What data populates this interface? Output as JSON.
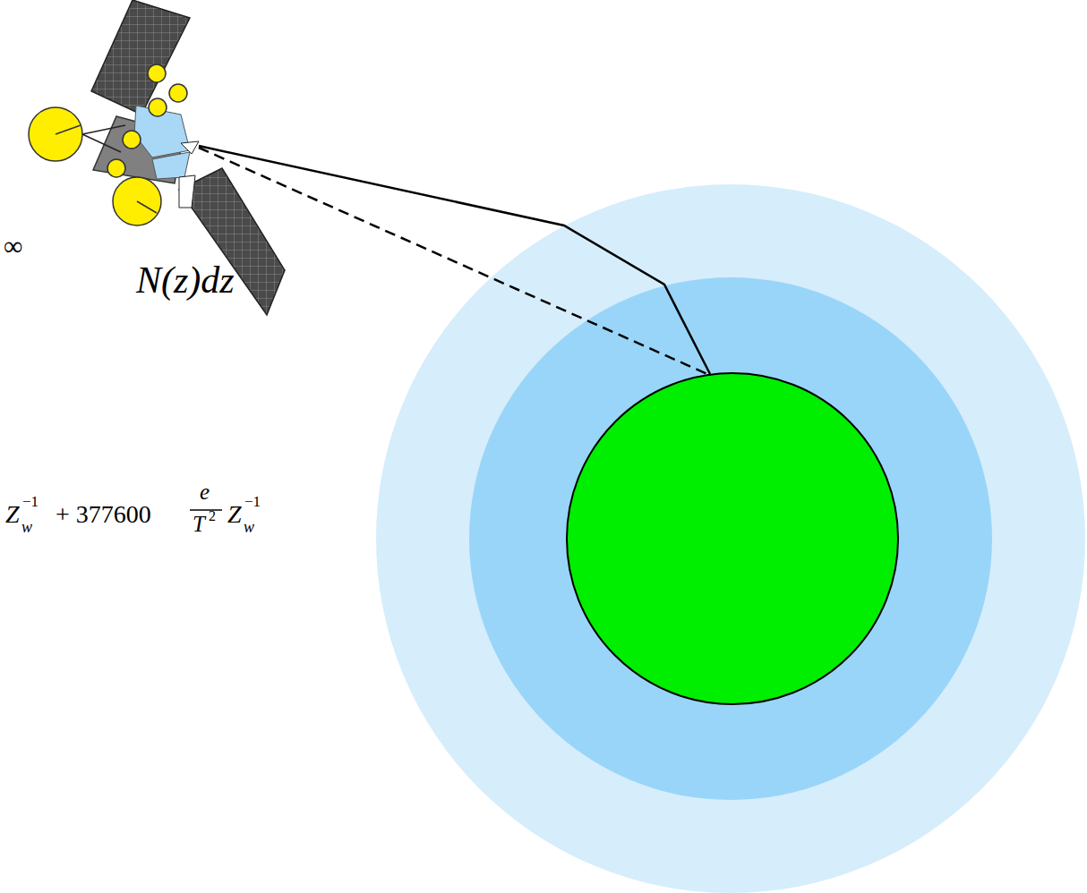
{
  "diagram": {
    "labels": [
      "∞",
      "N(z)dz",
      "Z",
      "w",
      "−1",
      "+ 377600",
      "e",
      "T",
      "2",
      "Z",
      "w",
      "−1"
    ]
  }
}
